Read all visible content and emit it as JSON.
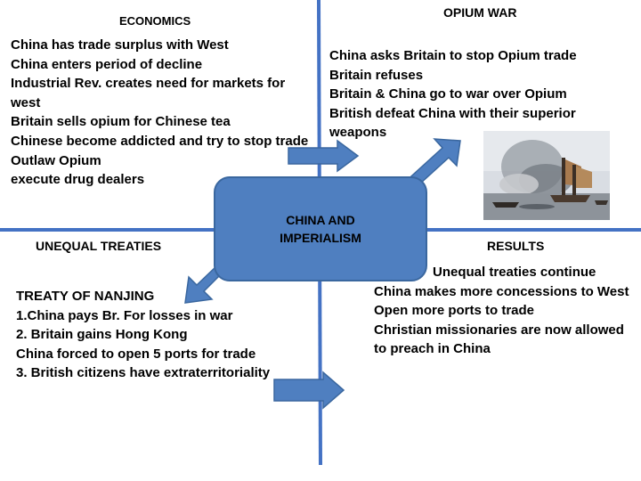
{
  "center": {
    "label": "CHINA AND IMPERIALISM"
  },
  "quadrants": {
    "economics": {
      "title": "ECONOMICS",
      "lines": [
        "China has trade surplus with West",
        "China enters period of decline",
        "Industrial Rev. creates need for markets for west",
        "Britain sells opium for Chinese tea",
        "Chinese become addicted and try to stop trade",
        "Outlaw Opium",
        "execute drug dealers"
      ]
    },
    "opium_war": {
      "title": "OPIUM WAR",
      "lines": [
        "China asks Britain to stop Opium trade",
        "Britain refuses",
        "Britain & China go to war over Opium",
        "British defeat China with their superior weapons"
      ]
    },
    "unequal_treaties": {
      "title": "UNEQUAL TREATIES",
      "lines": [
        "TREATY OF NANJING",
        "1.China pays Br. For losses in war",
        "2. Britain gains Hong Kong",
        "China forced to open 5 ports for trade",
        "3. British citizens have extraterritoriality"
      ]
    },
    "results": {
      "title": "RESULTS",
      "lines": [
        "Unequal treaties continue",
        "China makes more concessions to West",
        "Open more ports to trade",
        "Christian missionaries are now allowed to preach in China"
      ]
    }
  },
  "colors": {
    "axis": "#4472c4",
    "arrow_fill": "#4f7fc0",
    "arrow_stroke": "#3a679f",
    "box": "#4f7fc0"
  },
  "image": {
    "subject": "painting-of-naval-battle-with-junks-and-smoke"
  }
}
